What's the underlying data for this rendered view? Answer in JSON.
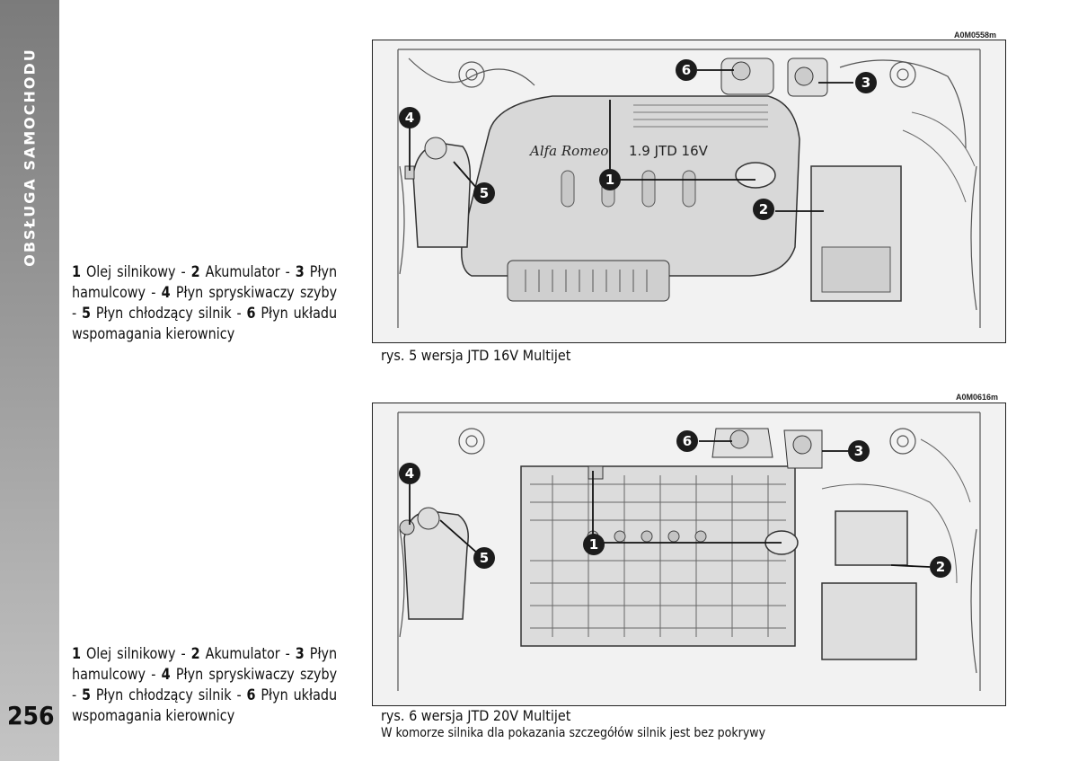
{
  "sidebar": {
    "section_title": "OBSŁUGA  SAMOCHODU",
    "page_number": "256"
  },
  "figure1": {
    "code": "A0M0558m",
    "caption": "rys. 5 wersja JTD 16V Multijet",
    "cover_text_brand": "Alfa Romeo",
    "cover_text_model": "1.9  JTD 16V",
    "callouts": [
      "1",
      "2",
      "3",
      "4",
      "5",
      "6"
    ]
  },
  "figure2": {
    "code": "A0M0616m",
    "caption": "rys. 6 wersja JTD 20V Multijet",
    "note": "W komorze silnika dla pokazania szczegółów silnik jest bez pokrywy",
    "callouts": [
      "1",
      "2",
      "3",
      "4",
      "5",
      "6"
    ]
  },
  "legend1": {
    "n1": "1",
    "t1": " Olej silnikowy - ",
    "n2": "2",
    "t2": " Akumulator - ",
    "n3": "3",
    "t3": " Płyn hamulcowy - ",
    "n4": "4",
    "t4": " Płyn spryskiwaczy szyby - ",
    "n5": "5",
    "t5": " Płyn chłodzący silnik - ",
    "n6": "6",
    "t6": " Płyn układu wspomagania kierownicy"
  },
  "legend2": {
    "n1": "1",
    "t1": " Olej silnikowy - ",
    "n2": "2",
    "t2": " Akumulator - ",
    "n3": "3",
    "t3": " Płyn hamulcowy - ",
    "n4": "4",
    "t4": " Płyn spryskiwaczy szyby - ",
    "n5": "5",
    "t5": " Płyn chłodzący silnik - ",
    "n6": "6",
    "t6": " Płyn układu wspomagania kierownicy"
  }
}
